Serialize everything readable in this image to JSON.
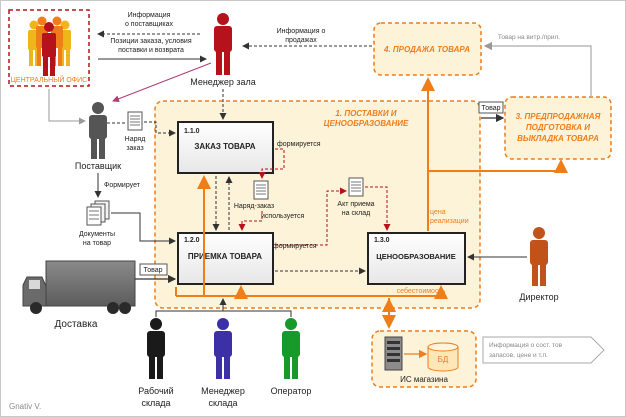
{
  "actors": {
    "central_office": "ЦЕНТРАЛЬНЫЙ ОФИС",
    "hall_manager": "Менеджер зала",
    "supplier": "Поставщик",
    "delivery": "Доставка",
    "warehouse_worker": [
      "Рабочий",
      "склада"
    ],
    "warehouse_manager": [
      "Менеджер",
      "склада"
    ],
    "operator": "Оператор",
    "director": "Директор"
  },
  "processes": {
    "p1_title": [
      "1. ПОСТАВКИ И",
      "ЦЕНООБРАЗОВАНИЕ"
    ],
    "p110_id": "1.1.0",
    "p110_name": "ЗАКАЗ ТОВАРА",
    "p120_id": "1.2.0",
    "p120_name": "ПРИЕМКА ТОВАРА",
    "p130_id": "1.3.0",
    "p130_name": "ЦЕНООБРАЗОВАНИЕ",
    "p3_title": [
      "3. ПРЕДПРОДАЖНАЯ",
      "ПОДГОТОВКА И",
      "ВЫКЛАДКА ТОВАРА"
    ],
    "p4_title": "4. ПРОДАЖА ТОВАРА"
  },
  "documents": {
    "order_doc": [
      "Наряд",
      "заказ"
    ],
    "order_doc_mid": "Наряд-заказ",
    "acceptance_act": [
      "Акт приема",
      "на склад"
    ],
    "goods_docs": [
      "Документы",
      "на товар"
    ]
  },
  "flows": {
    "supplier_info": [
      "Информация",
      "о поставщиках"
    ],
    "order_positions": [
      "Позиции заказа, условия",
      "поставки и возврата"
    ],
    "sales_info": [
      "Информация о",
      "продажах"
    ],
    "goods_in_window": "Товар на витр./прил.",
    "goods_label_right": "Товар",
    "goods_label_left": "Товар",
    "forms_1": "формируется",
    "forms_2": "Формирует",
    "forms_3": "формируется",
    "used": "используется",
    "retail_price": [
      "цена",
      "реализации"
    ],
    "cost_price": "себестоимость",
    "is_info": [
      "Информация о сост. тов",
      "запасов, цене и т.п."
    ]
  },
  "store": {
    "db": "БД",
    "is_shop": "ИС магазина"
  },
  "author": "Gnativ V.",
  "colors": {
    "orange": "#ef7d1a",
    "crimson": "#b5121b",
    "gold": "#e6a21e",
    "blue": "#3d2fa6",
    "green": "#179a2a",
    "box_fill": "#fdf3d8"
  }
}
